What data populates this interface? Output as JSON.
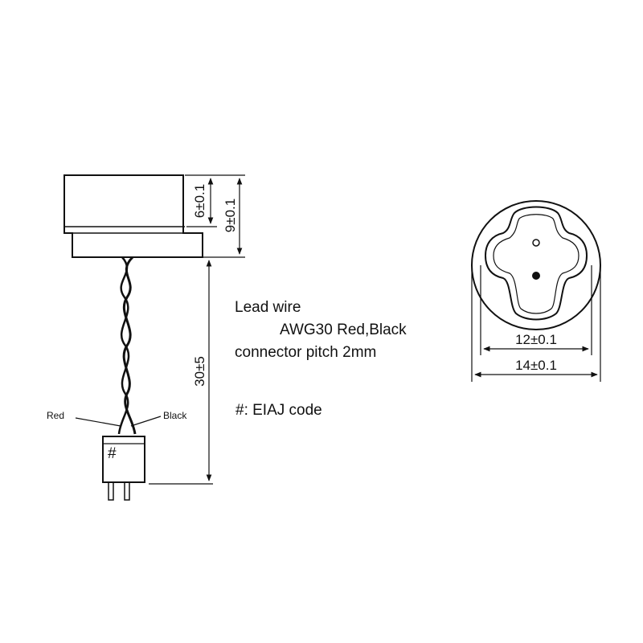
{
  "side_view": {
    "dim_6": "6±0.1",
    "dim_9": "9±0.1",
    "dim_30": "30±5",
    "wire_red": "Red",
    "wire_black": "Black",
    "connector_mark": "#"
  },
  "notes": {
    "lead_wire": "Lead wire",
    "awg": "AWG30 Red,Black",
    "pitch": "connector pitch 2mm",
    "eiaj": "#: EIAJ code"
  },
  "front_view": {
    "dim_12": "12±0.1",
    "dim_14": "14±0.1"
  },
  "colors": {
    "line": "#111111",
    "background": "#ffffff"
  }
}
